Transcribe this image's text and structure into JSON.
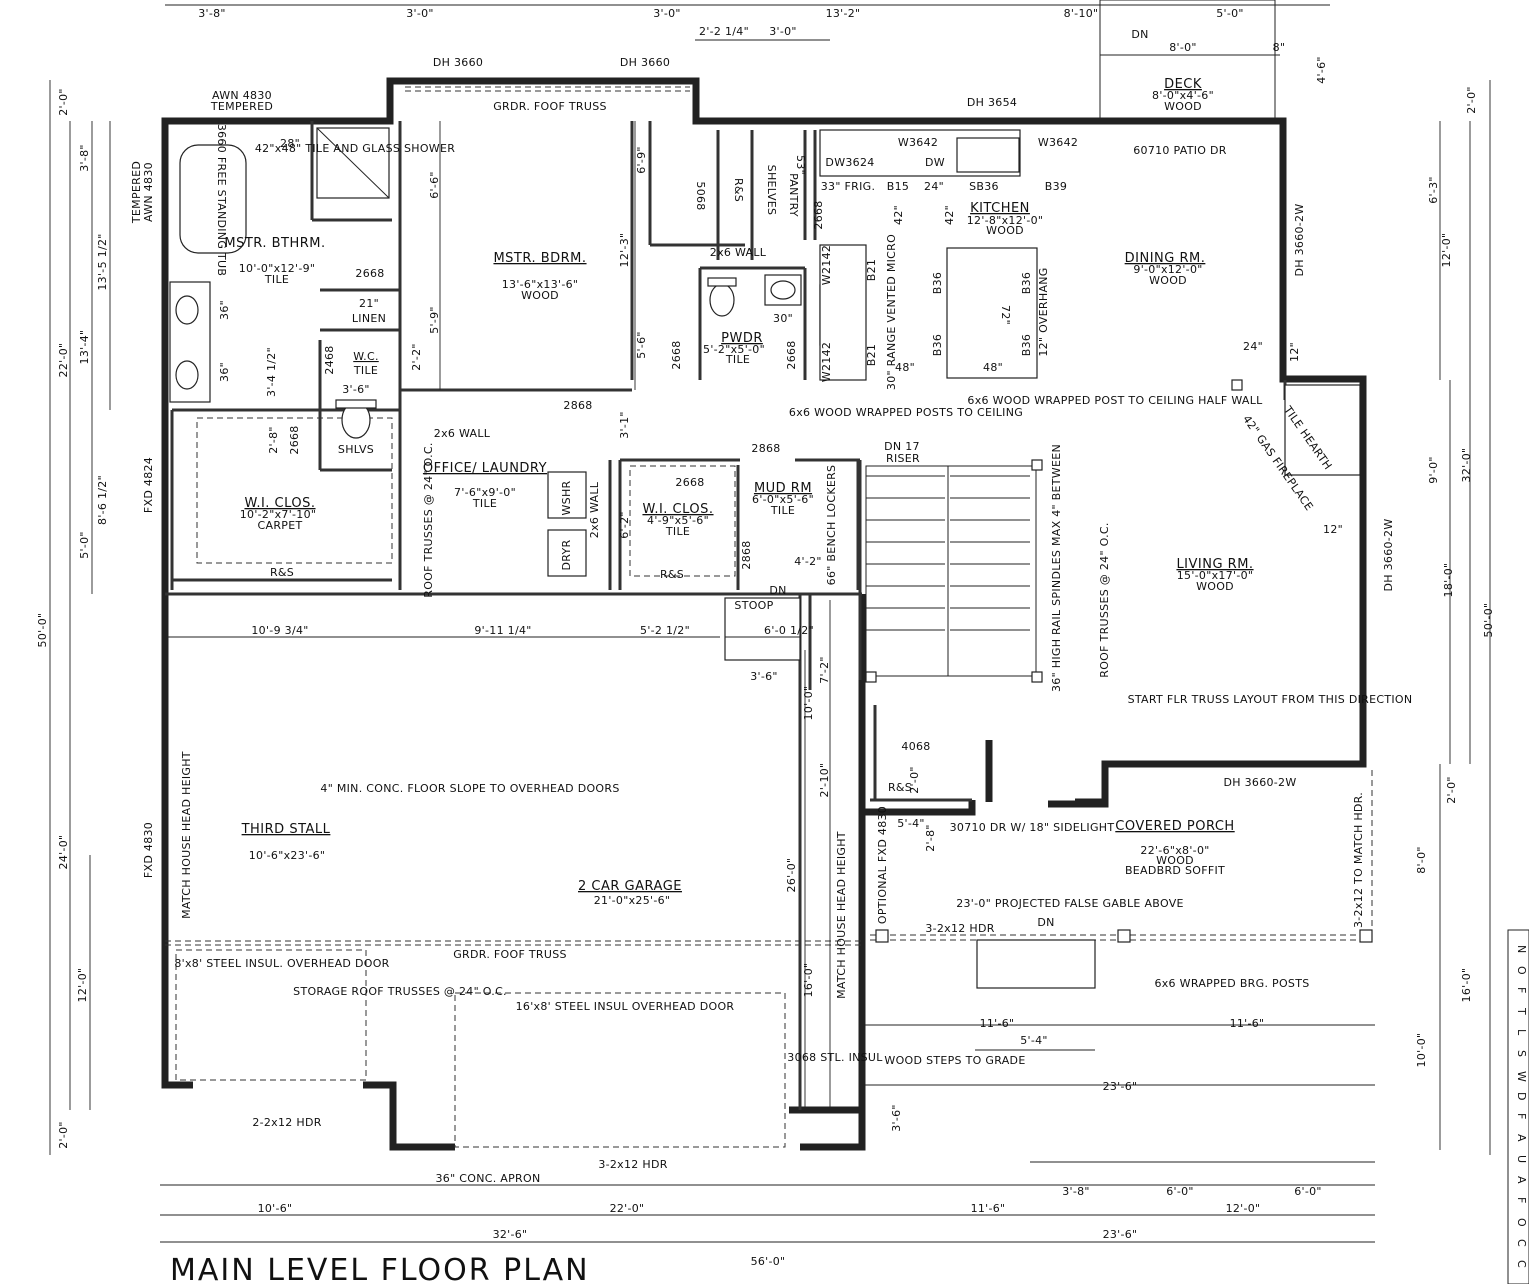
{
  "title": "MAIN LEVEL FLOOR PLAN",
  "rooms": {
    "mstr_bthrm": {
      "name": "MSTR. BTHRM.",
      "size": "10'-0\"x12'-9\"",
      "finish": "TILE"
    },
    "mstr_bdrm": {
      "name": "MSTR. BDRM.",
      "size": "13'-6\"x13'-6\"",
      "finish": "WOOD"
    },
    "kitchen": {
      "name": "KITCHEN",
      "size": "12'-8\"x12'-0\"",
      "finish": "WOOD"
    },
    "dining": {
      "name": "DINING RM.",
      "size": "9'-0\"x12'-0\"",
      "finish": "WOOD"
    },
    "pwdr": {
      "name": "PWDR",
      "size": "5'-2\"x5'-0\"",
      "finish": "TILE"
    },
    "wc": {
      "name": "W.C.",
      "finish": "TILE"
    },
    "wi_clos_1": {
      "name": "W.I. CLOS.",
      "size": "10'-2\"x7'-10\"",
      "finish": "CARPET"
    },
    "office": {
      "name": "OFFICE/ LAUNDRY",
      "size": "7'-6\"x9'-0\"",
      "finish": "TILE"
    },
    "wi_clos_2": {
      "name": "W.I. CLOS.",
      "size": "4'-9\"x5'-6\"",
      "finish": "TILE"
    },
    "mud": {
      "name": "MUD RM",
      "size": "6'-0\"x5'-6\"",
      "finish": "TILE"
    },
    "living": {
      "name": "LIVING RM.",
      "size": "15'-0\"x17'-0\"",
      "finish": "WOOD"
    },
    "deck": {
      "name": "DECK",
      "size": "8'-0\"x4'-6\"",
      "finish": "WOOD"
    },
    "third_stall": {
      "name": "THIRD STALL",
      "size": "10'-6\"x23'-6\""
    },
    "garage": {
      "name": "2 CAR GARAGE",
      "size": "21'-0\"x25'-6\""
    },
    "porch": {
      "name": "COVERED PORCH",
      "size": "22'-6\"x8'-0\"",
      "finish": "WOOD",
      "extra": "BEADBRD SOFFIT"
    }
  },
  "labels": {
    "dh3660_a": "DH 3660",
    "dh3660_b": "DH 3660",
    "dh3654": "DH 3654",
    "awn_top": "AWN 4830",
    "awn_top_b": "TEMPERED",
    "awn_side": "AWN 4830",
    "awn_side_b": "TEMPERED",
    "grdr_top": "GRDR. FOOF TRUSS",
    "grdr_garage": "GRDR. FOOF TRUSS",
    "patio": "60710 PATIO DR",
    "w3642_a": "W3642",
    "w3642_b": "W3642",
    "dw3624": "DW3624",
    "dw": "DW",
    "frig": "33\" FRIG.",
    "b15": "B15",
    "d24": "24\"",
    "sb36": "SB36",
    "b39": "B39",
    "d42_a": "42\"",
    "d42_b": "42\"",
    "shower": "42\"x48\" TILE AND GLASS SHOWER",
    "d28": "28\"",
    "tub": "3660 FREE STANDING TUB",
    "d5068": "5068",
    "rs_a": "R&S",
    "shelves": "SHELVES",
    "pantry": "PANTRY",
    "d53": "53\"",
    "d2668_a": "2668",
    "d2668_b": "2668",
    "d2668_c": "2668",
    "d2668_d": "2668",
    "d2668_e": "2668",
    "d2668_f": "2668",
    "wall_2x6": "2x6 WALL",
    "linen": "LINEN",
    "d21": "21\"",
    "d36_a": "36\"",
    "d36_b": "36\"",
    "d2468": "2468",
    "d3_6": "3'-6\"",
    "d3_4": "3'-4 1/2\"",
    "shlvs": "SHLVS",
    "wall_2x6_b": "2x6 WALL",
    "d2868_a": "2868",
    "d2868_b": "2868",
    "d2868_c": "2868",
    "w2142_a": "W2142",
    "w2142_b": "W2142",
    "b21_a": "B21",
    "b21_b": "B21",
    "range": "30\" RANGE VENTED MICRO",
    "b36_a": "B36",
    "b36_b": "B36",
    "b36_c": "B36",
    "b36_d": "B36",
    "d72": "72\"",
    "overhang": "12\" OVERHANG",
    "d48_a": "48\"",
    "d48_b": "48\"",
    "d30": "30\"",
    "post_a": "6x6 WOOD WRAPPED POSTS TO CEILING",
    "post_b": "6x6 WOOD WRAPPED POST TO CEILING HALF WALL",
    "dn17": "DN 17",
    "riser": "RISER",
    "d24b": "24\"",
    "d12": "12\"",
    "d12b": "12\"",
    "tile_hearth": "TILE HEARTH",
    "gas_fp": "42\" GAS FIREPLACE",
    "dh_right_a": "DH 3660-2W",
    "dh_right_b": "DH 3660-2W",
    "dh_right_c": "DH 3660-2W",
    "fxd4824": "FXD 4824",
    "wshr": "WSHR",
    "dryr": "DRYR",
    "wall_2x6_c": "2x6 WALL",
    "roof_trusses_a": "ROOF TRUSSES @ 24\" O.C.",
    "roof_trusses_b": "ROOF TRUSSES @ 24\" O.C.",
    "bench": "66\" BENCH LOCKERS",
    "rs_b": "R&S",
    "rs_c": "R&S",
    "rs_d": "R&S",
    "stoop": "STOOP",
    "dn_a": "DN",
    "dn_b": "DN",
    "dn_c": "DN",
    "rail": "36\" HIGH RAIL SPINDLES MAX 4\" BETWEEN",
    "start_truss": "START FLR TRUSS LAYOUT FROM THIS DIRECTION",
    "floor_slope": "4\" MIN. CONC. FLOOR SLOPE TO OVERHEAD DOORS",
    "match_a": "MATCH HOUSE HEAD HEIGHT",
    "match_b": "MATCH HOUSE HEAD HEIGHT",
    "fxd4830": "FXD 4830",
    "opt_fxd": "OPTIONAL FXD 4830",
    "d4068": "4068",
    "entry_dr": "30710 DR W/ 18\" SIDELIGHT",
    "hdr_right": "3-2x12 TO MATCH HDR.",
    "false_gable": "23'-0\" PROJECTED FALSE GABLE ABOVE",
    "hdr_porch": "3-2x12 HDR",
    "ovh_door_a": "8'x8' STEEL INSUL. OVERHEAD DOOR",
    "storage": "STORAGE ROOF TRUSSES @ 24\" O.C.",
    "ovh_door_b": "16'x8' STEEL INSUL OVERHEAD DOOR",
    "wrapped_brg": "6x6 WRAPPED BRG. POSTS",
    "steps": "WOOD STEPS TO GRADE",
    "d3068": "3068 STL. INSUL",
    "hdr_a": "2-2x12 HDR",
    "hdr_b": "3-2x12 HDR",
    "apron": "36\" CONC. APRON"
  },
  "dims": {
    "top_1": "3'-8\"",
    "top_2": "3'-0\"",
    "top_3": "3'-0\"",
    "top_4": "13'-2\"",
    "top_5": "8'-10\"",
    "top_6": "5'-0\"",
    "top_7": "2'-2 1/4\"",
    "top_8": "3'-0\"",
    "top_9": "8'-0\"",
    "top_10": "8\"",
    "top_11": "4'-6\"",
    "left_a": "2'-0\"",
    "left_b": "3'-8\"",
    "left_c": "13'-5 1/2\"",
    "left_d": "13'-4\"",
    "left_e": "22'-0\"",
    "left_f": "8'-6 1/2\"",
    "left_g": "5'-0\"",
    "left_h": "50'-0\"",
    "left_i": "24'-0\"",
    "left_j": "12'-0\"",
    "left_k": "2'-0\"",
    "in_6_6": "6'-6\"",
    "in_5_9": "5'-9\"",
    "in_2_2": "2'-2\"",
    "in_2_8": "2'-8\"",
    "in_6_9": "6'-9\"",
    "in_12_3": "12'-3\"",
    "in_5_6": "5'-6\"",
    "in_3_1": "3'-1\"",
    "in_6_2": "6'-2\"",
    "in_4_2": "4'-2\"",
    "in_6_0h": "6'-0 1/2\"",
    "in_3_6": "3'-6\"",
    "in_7_2": "7'-2\"",
    "in_10_0": "10'-0\"",
    "in_2_10": "2'-10\"",
    "in_26_0": "26'-0\"",
    "in_16_0": "16'-0\"",
    "in_2_0": "2'-0\"",
    "in_5_4": "5'-4\"",
    "in_2_8b": "2'-8\"",
    "in_11_6a": "11'-6\"",
    "in_5_4b": "5'-4\"",
    "in_11_6b": "11'-6\"",
    "in_23_6": "23'-6\"",
    "in_3_6b": "3'-6\"",
    "gar_1": "10'-9 3/4\"",
    "gar_2": "9'-11 1/4\"",
    "gar_3": "5'-2 1/2\"",
    "right_a": "2'-0\"",
    "right_b": "6'-3\"",
    "right_c": "12'-0\"",
    "right_d": "9'-0\"",
    "right_e": "18'-0\"",
    "right_f": "32'-0\"",
    "right_g": "50'-0\"",
    "right_h": "2'-0\"",
    "right_i": "8'-0\"",
    "right_j": "16'-0\"",
    "right_k": "10'-0\"",
    "bot_1": "10'-6\"",
    "bot_2": "22'-0\"",
    "bot_3": "32'-6\"",
    "bot_4": "11'-6\"",
    "bot_5": "23'-6\"",
    "bot_6": "56'-0\"",
    "bot_7": "3'-8\"",
    "bot_8": "6'-0\"",
    "bot_9": "6'-0\"",
    "bot_10": "12'-0\""
  },
  "sheet_notes": [
    "N",
    "O",
    "F",
    "T",
    "L",
    "S",
    "W",
    "D",
    "F",
    "A",
    "U",
    "A",
    "F",
    "O",
    "C",
    "C"
  ]
}
